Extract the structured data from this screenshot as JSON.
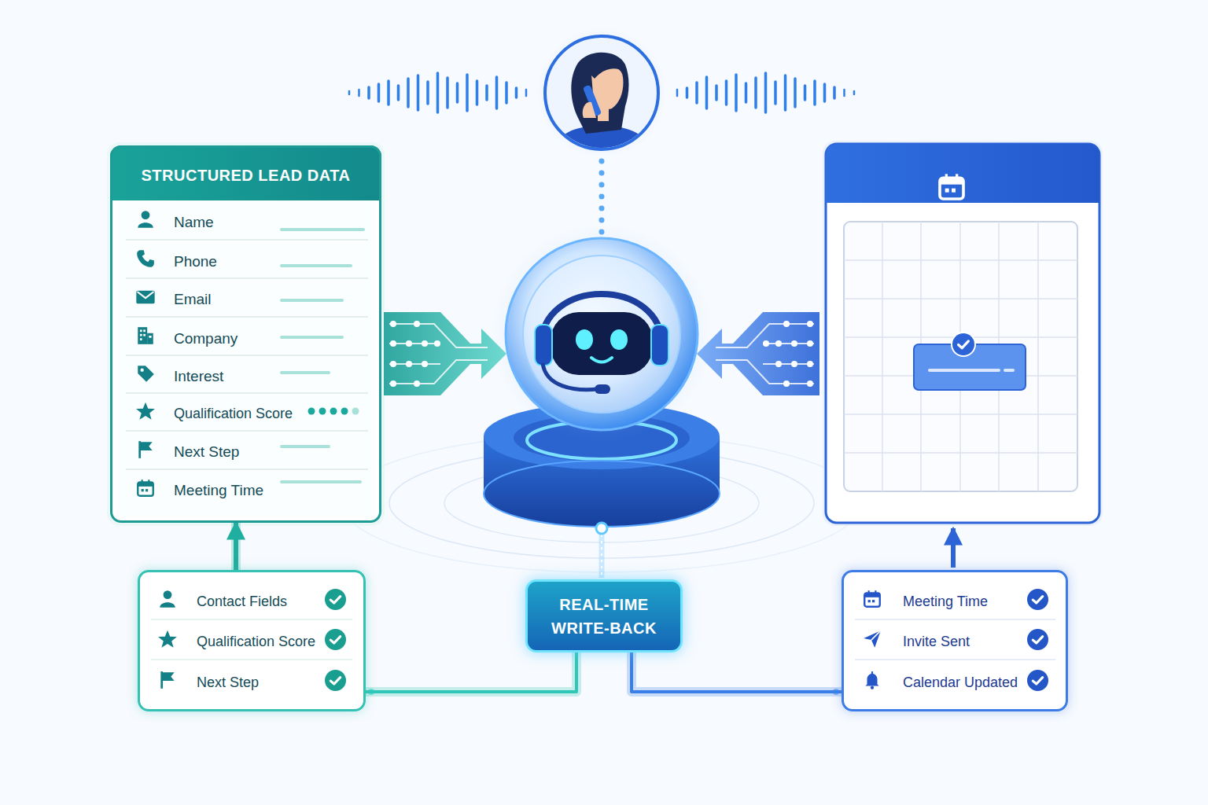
{
  "diagram": {
    "nodes": [
      {
        "text": [
          "STRUCTURED LEAD DATA",
          "Name",
          "Phone",
          "Email",
          "Company",
          "Interest",
          "Qualification Score",
          "Next Step",
          "Meeting Time"
        ]
      },
      {
        "text": [
          "Contact Fields",
          "Qualification Score",
          "Next Step"
        ]
      },
      {
        "text": [
          "REAL-TIME WRITE-BACK"
        ]
      },
      {
        "text": [
          "Meeting Time",
          "Invite Sent",
          "Calendar Updated"
        ]
      }
    ],
    "edges": [
      {
        "from": 1,
        "to": 0,
        "arrow": "to"
      },
      {
        "from": 2,
        "to": 1,
        "arrow": "none"
      },
      {
        "from": 2,
        "to": 3,
        "arrow": "none"
      }
    ]
  }
}
